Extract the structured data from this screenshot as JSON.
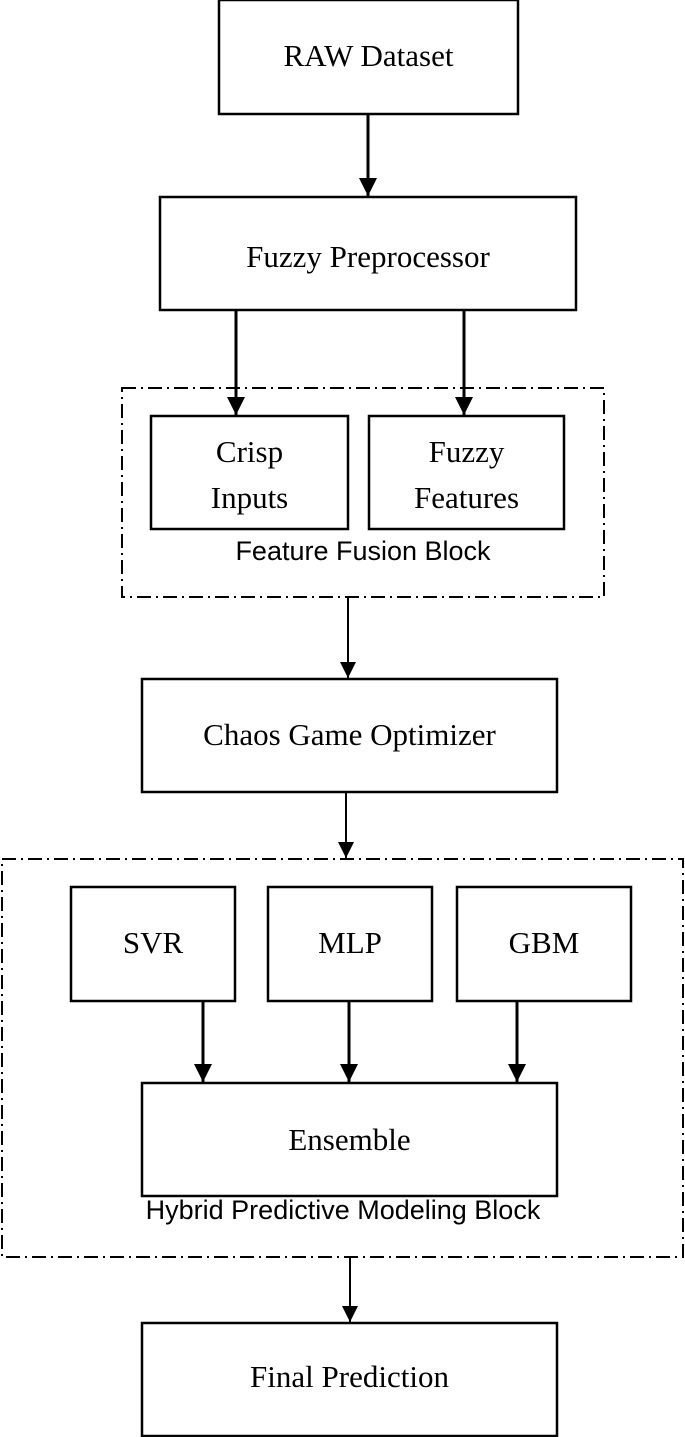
{
  "nodes": {
    "raw_dataset": "RAW Dataset",
    "fuzzy_preprocessor": "Fuzzy Preprocessor",
    "crisp_inputs": [
      "Crisp",
      "Inputs"
    ],
    "fuzzy_features": [
      "Fuzzy",
      "Features"
    ],
    "chaos_game_optimizer": "Chaos Game Optimizer",
    "svr": "SVR",
    "mlp": "MLP",
    "gbm": "GBM",
    "ensemble": "Ensemble",
    "final_prediction": "Final Prediction"
  },
  "groups": {
    "feature_fusion": "Feature Fusion Block",
    "hybrid_predictive": "Hybrid Predictive Modeling Block"
  },
  "edges": [
    {
      "from": "raw_dataset",
      "to": "fuzzy_preprocessor"
    },
    {
      "from": "fuzzy_preprocessor",
      "to": "crisp_inputs"
    },
    {
      "from": "fuzzy_preprocessor",
      "to": "fuzzy_features"
    },
    {
      "from": "feature_fusion",
      "to": "chaos_game_optimizer"
    },
    {
      "from": "chaos_game_optimizer",
      "to": "hybrid_predictive"
    },
    {
      "from": "svr",
      "to": "ensemble"
    },
    {
      "from": "mlp",
      "to": "ensemble"
    },
    {
      "from": "gbm",
      "to": "ensemble"
    },
    {
      "from": "hybrid_predictive",
      "to": "final_prediction"
    }
  ]
}
